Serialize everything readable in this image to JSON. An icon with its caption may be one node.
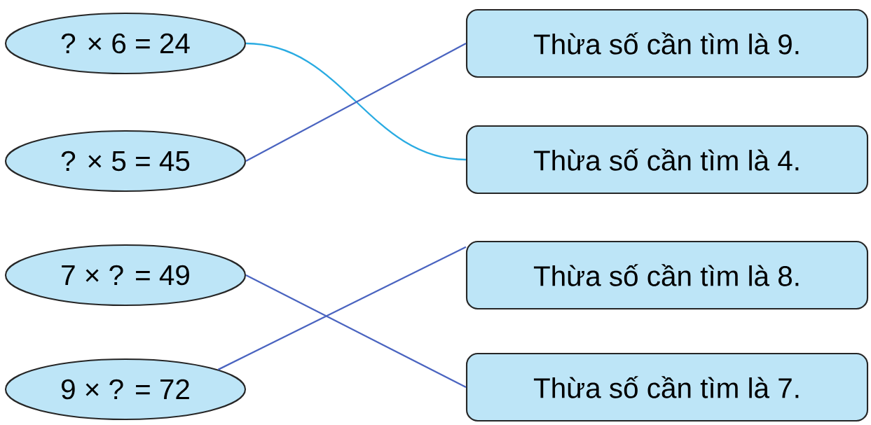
{
  "diagram": {
    "nodes": [
      {
        "text": [
          "? × 6 = 24"
        ]
      },
      {
        "text": [
          "Thừa số cần tìm là 9."
        ]
      },
      {
        "text": [
          "? × 5 = 45"
        ]
      },
      {
        "text": [
          "Thừa số cần tìm là 4."
        ]
      },
      {
        "text": [
          "7 × ? = 49"
        ]
      },
      {
        "text": [
          "Thừa số cần tìm là 8."
        ]
      },
      {
        "text": [
          "9 × ? = 72"
        ]
      },
      {
        "text": [
          "Thừa số cần tìm là 7."
        ]
      }
    ],
    "edges": [
      {
        "from": 0,
        "to": 3,
        "arrow": "none",
        "color": "#29abe2"
      },
      {
        "from": 2,
        "to": 1,
        "arrow": "none"
      },
      {
        "from": 4,
        "to": 7,
        "arrow": "none"
      },
      {
        "from": 6,
        "to": 5,
        "arrow": "none"
      }
    ]
  }
}
